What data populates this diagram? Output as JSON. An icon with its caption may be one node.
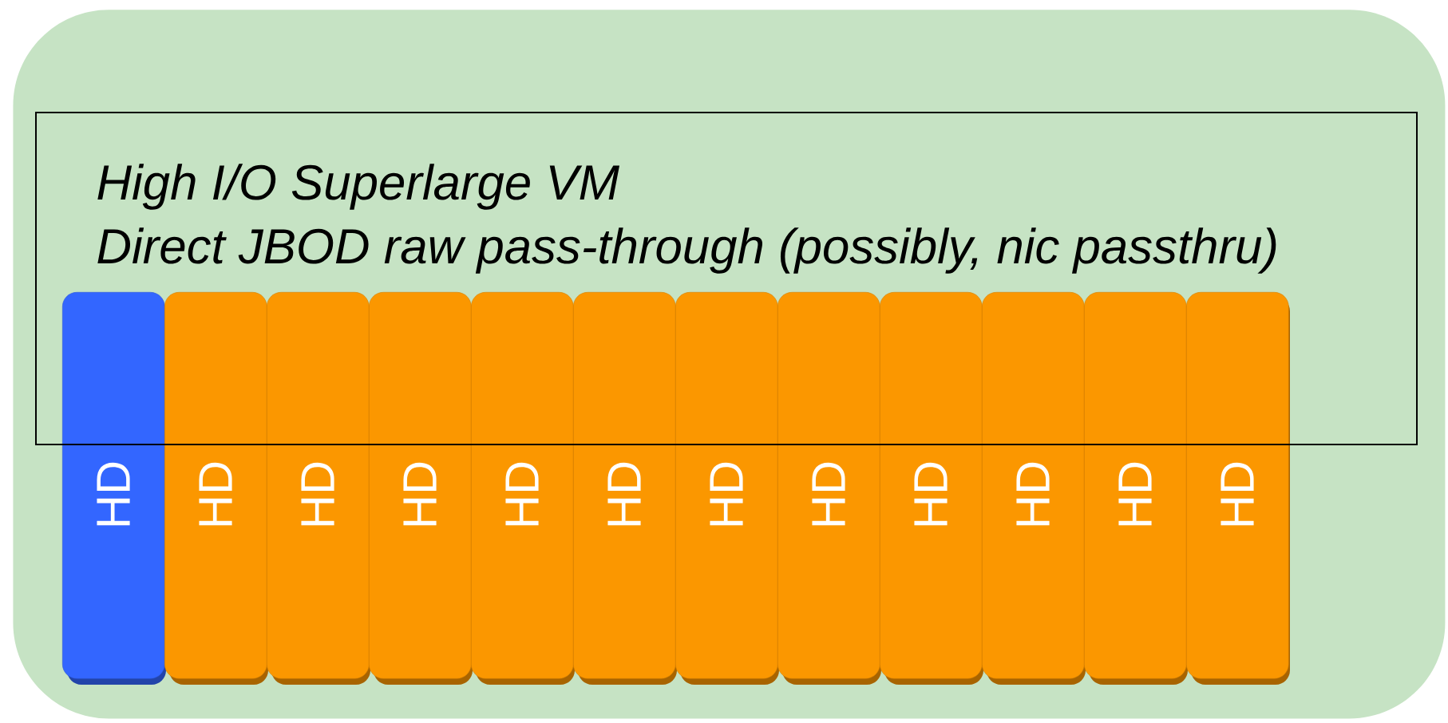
{
  "diagram": {
    "nodes": [
      {
        "text": [],
        "shape": "box"
      },
      {
        "text": [
          "High I/O Superlarge VM",
          "Direct JBOD raw pass-through (possibly, nic passthru)"
        ],
        "in": 0
      },
      {
        "text": [
          "HD"
        ],
        "in": 0
      },
      {
        "text": [
          "HD"
        ],
        "in": 0
      },
      {
        "text": [
          "HD"
        ],
        "in": 0
      },
      {
        "text": [
          "HD"
        ],
        "in": 0
      },
      {
        "text": [
          "HD"
        ],
        "in": 0
      },
      {
        "text": [
          "HD"
        ],
        "in": 0
      },
      {
        "text": [
          "HD"
        ],
        "in": 0
      },
      {
        "text": [
          "HD"
        ],
        "in": 0
      },
      {
        "text": [
          "HD"
        ],
        "in": 0
      },
      {
        "text": [
          "HD"
        ],
        "in": 0
      },
      {
        "text": [
          "HD"
        ],
        "in": 0
      },
      {
        "text": [
          "HD"
        ],
        "in": 0
      }
    ]
  }
}
